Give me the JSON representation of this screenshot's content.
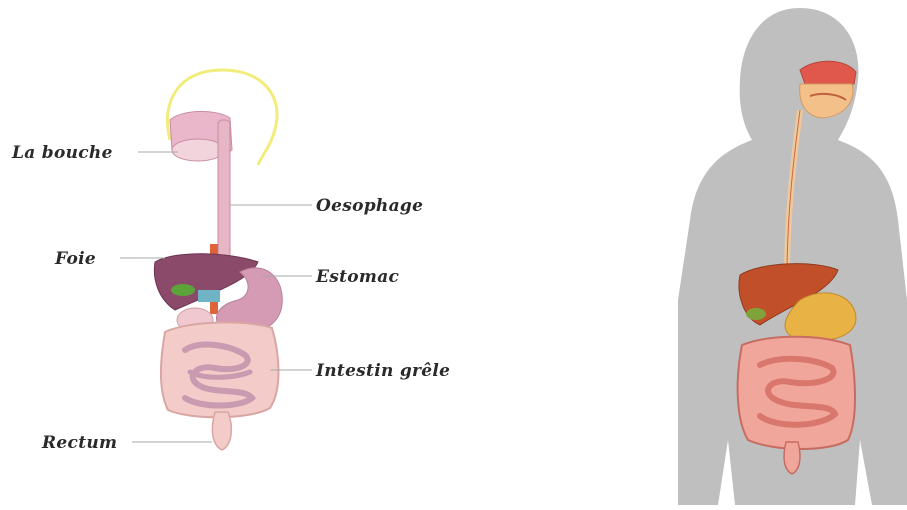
{
  "left_diagram": {
    "labels": {
      "mouth": "La bouche",
      "esophagus": "Oesophage",
      "liver": "Foie",
      "stomach": "Estomac",
      "small_intestine": "Intestin grêle",
      "rectum": "Rectum"
    }
  },
  "colors": {
    "head_outline": "#f2ec7a",
    "esophagus": "#e7b6c4",
    "liver": "#8b4a6a",
    "stomach": "#d59ab4",
    "intestine": "#f3cbc8",
    "leader_line": "#a8a8a8",
    "body_silhouette": "#bfbfbf",
    "right_liver": "#c1502a",
    "right_stomach": "#e8b245",
    "right_intestine": "#e7867a"
  }
}
